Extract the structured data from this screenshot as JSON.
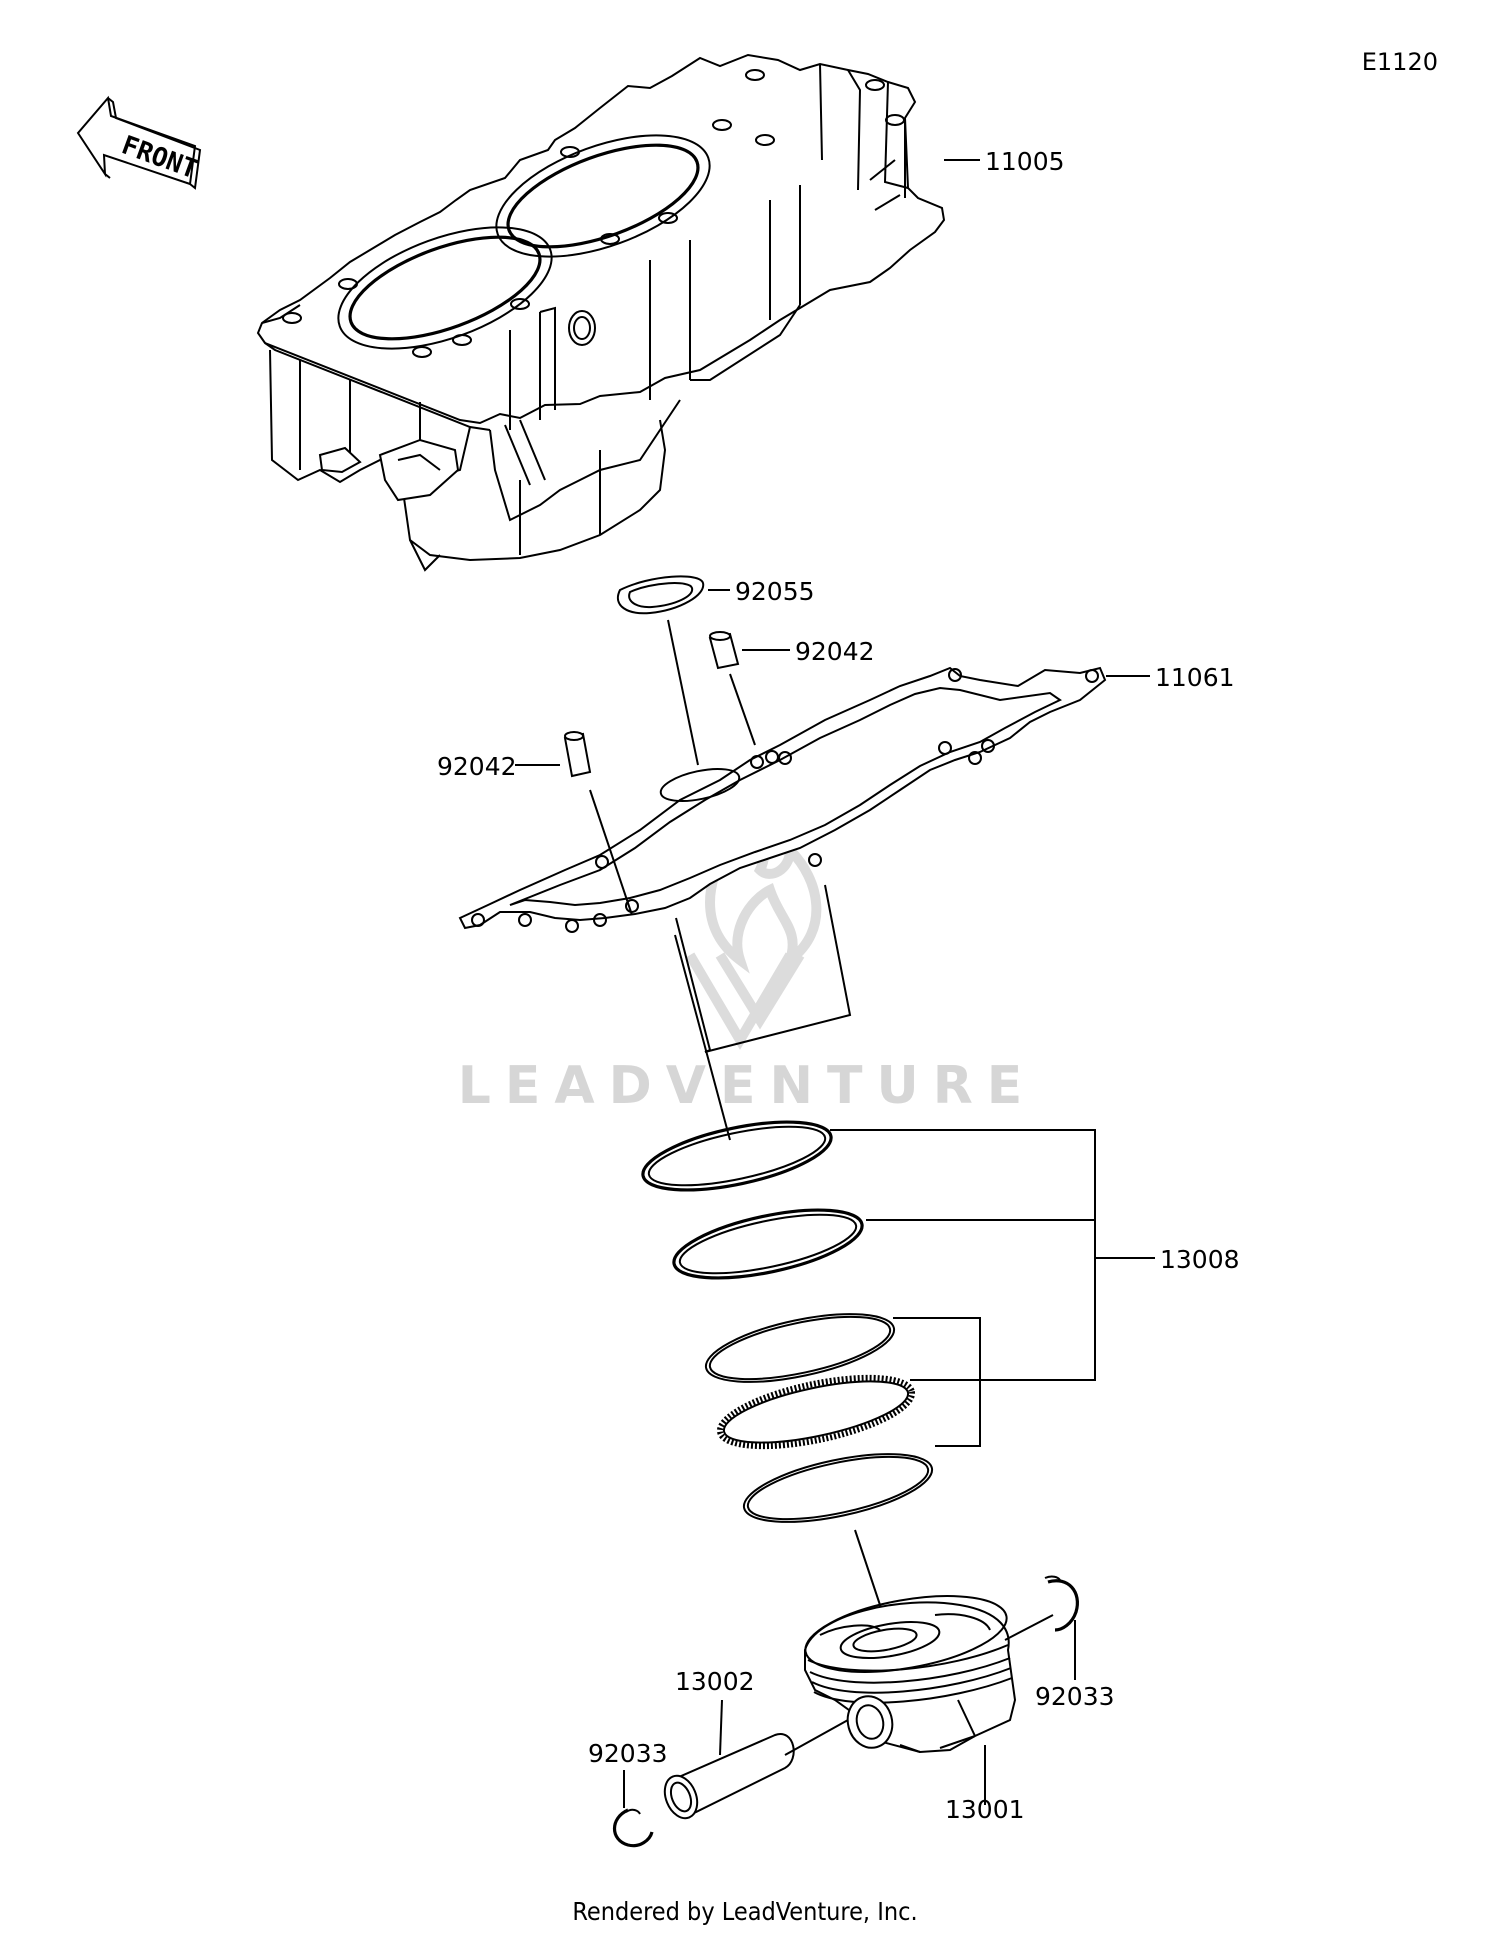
{
  "diagram_code": "E1120",
  "front_arrow": {
    "text": "FRONT",
    "icon": "front-arrow-icon"
  },
  "watermark": {
    "text": "LEADVENTURE",
    "icon": "leadventure-flame-logo"
  },
  "footer": "Rendered by LeadVenture, Inc.",
  "parts": {
    "cylinder": "11005",
    "o_ring": "92055",
    "dowel_pin_right": "92042",
    "gasket": "11061",
    "dowel_pin_left": "92042",
    "piston_ring_set": "13008",
    "circlip_right": "92033",
    "piston_pin": "13002",
    "circlip_left": "92033",
    "piston": "13001"
  }
}
